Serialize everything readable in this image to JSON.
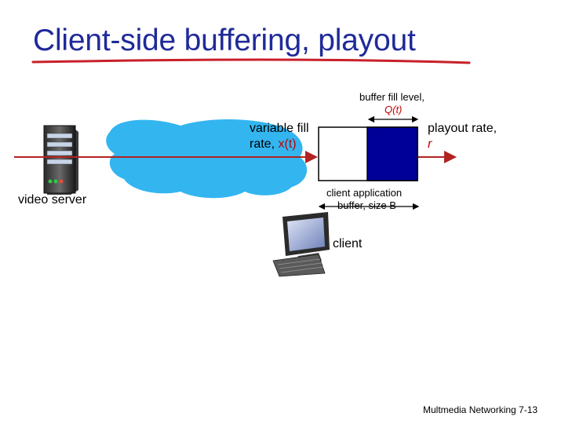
{
  "title": "Client-side buffering, playout",
  "labels": {
    "buffer_fill_level_line1": "buffer fill level,",
    "buffer_fill_level_var": "Q(t)",
    "variable_fill_line1": "variable fill",
    "variable_fill_line2_prefix": "rate, ",
    "variable_fill_var": "x(t)",
    "playout_rate_line1": "playout rate,",
    "playout_rate_var": "r",
    "video_server": "video server",
    "client_buffer_line1": "client application",
    "client_buffer_line2": "buffer, size B",
    "client": "client"
  },
  "footer": "Multmedia Networking 7-13",
  "colors": {
    "title": "#1f2a99",
    "arrow": "#b22222",
    "cloud": "#33b5f0",
    "buffer_fill": "#000099",
    "underline": "#c8202a"
  },
  "icons": [
    "server-icon",
    "cloud-icon",
    "computer-icon"
  ]
}
